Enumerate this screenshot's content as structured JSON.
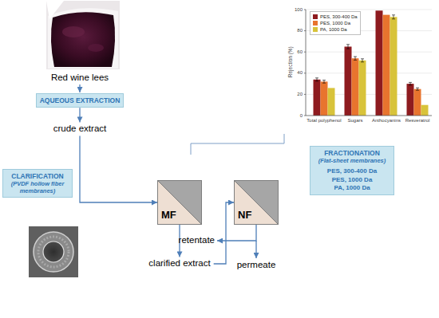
{
  "diagram": {
    "nodes": [
      {
        "text": [
          "AQUEOUS EXTRACTION"
        ]
      },
      {
        "text": [
          "CLARIFICATION",
          "(PVDF hollow fiber membranes)"
        ]
      },
      {
        "text": [
          "MF"
        ]
      },
      {
        "text": [
          "NF"
        ]
      },
      {
        "text": [
          "FRACTIONATION",
          "(Flat-sheet membranes)",
          "PES, 300-400 Da",
          "PES, 1000 Da",
          "PA, 1000 Da"
        ]
      }
    ],
    "edges": [
      {
        "from": 0,
        "to": 2,
        "arrow": "to",
        "label": "crude extract"
      },
      {
        "from": 2,
        "to": 3,
        "arrow": "to",
        "label": "clarified extract"
      }
    ],
    "labels": [
      "Red wine lees",
      "retentate",
      "permeate",
      "100",
      "80",
      "60",
      "40",
      "20",
      "0",
      "Rejection (%)",
      "Total polyphenol",
      "Sugars",
      "Anthocyanins",
      "Resveratrol"
    ],
    "legend": [
      {
        "text": "PES, 300-400 Da",
        "color": "#8e1b1f"
      },
      {
        "text": "PES, 1000 Da",
        "color": "#e8742e"
      },
      {
        "text": "PA, 1000 Da",
        "color": "#d8c33a"
      }
    ]
  }
}
